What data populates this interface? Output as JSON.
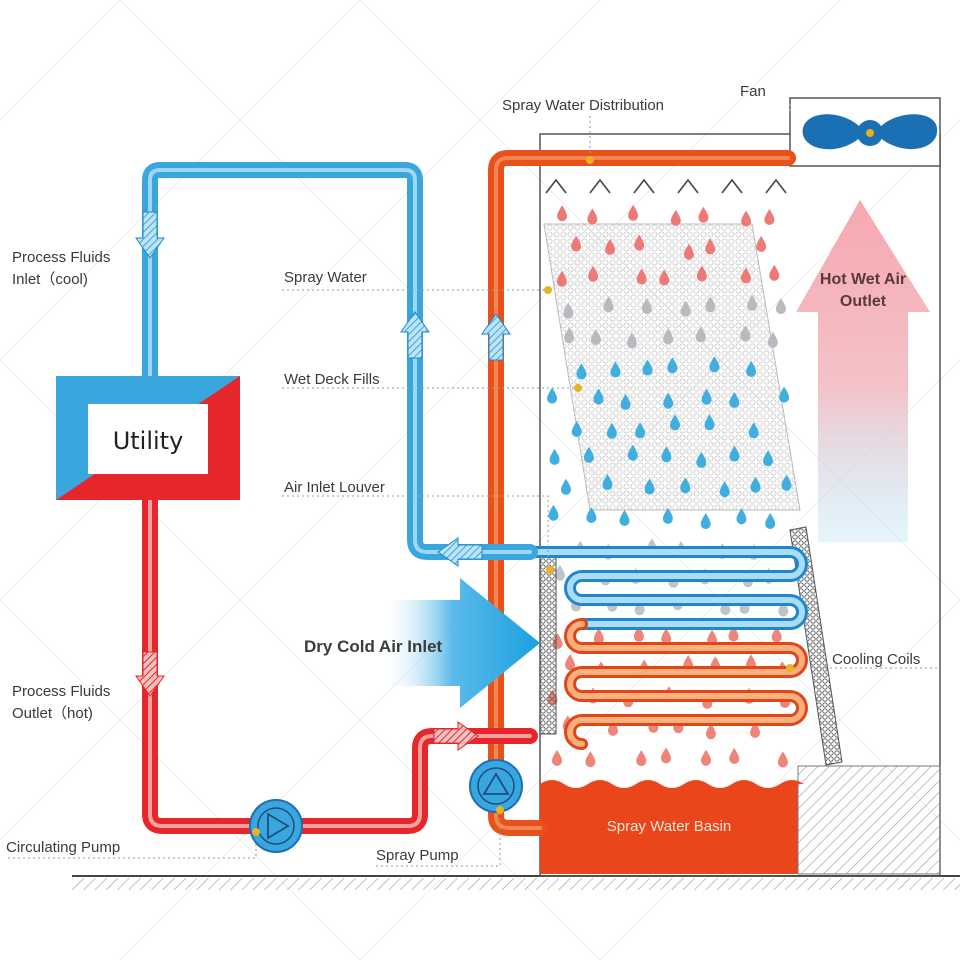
{
  "labels": {
    "fan": "Fan",
    "spray_water_distribution": "Spray Water Distribution",
    "process_fluids_inlet_line1": "Process Fluids",
    "process_fluids_inlet_line2": "Inlet（cool)",
    "spray_water": "Spray Water",
    "hot_wet_air_line1": "Hot Wet Air",
    "hot_wet_air_line2": "Outlet",
    "wet_deck_fills": "Wet Deck Fills",
    "utility": "Utility",
    "air_inlet_louver": "Air Inlet Louver",
    "dry_cold_air_inlet": "Dry Cold Air Inlet",
    "cooling_coils": "Cooling Coils",
    "process_fluids_outlet_line1": "Process Fluids",
    "process_fluids_outlet_line2": "Outlet（hot)",
    "spray_water_basin": "Spray Water Basin",
    "circulating_pump": "Circulating Pump",
    "spray_pump": "Spray Pump"
  },
  "colors": {
    "cool_pipe": "#3aa6de",
    "hot_pipe": "#e5262b",
    "spray_pipe": "#e8501c",
    "basin": "#e9471b",
    "fan_blade": "#1b6fb3",
    "leader_dot": "#e8b221"
  }
}
